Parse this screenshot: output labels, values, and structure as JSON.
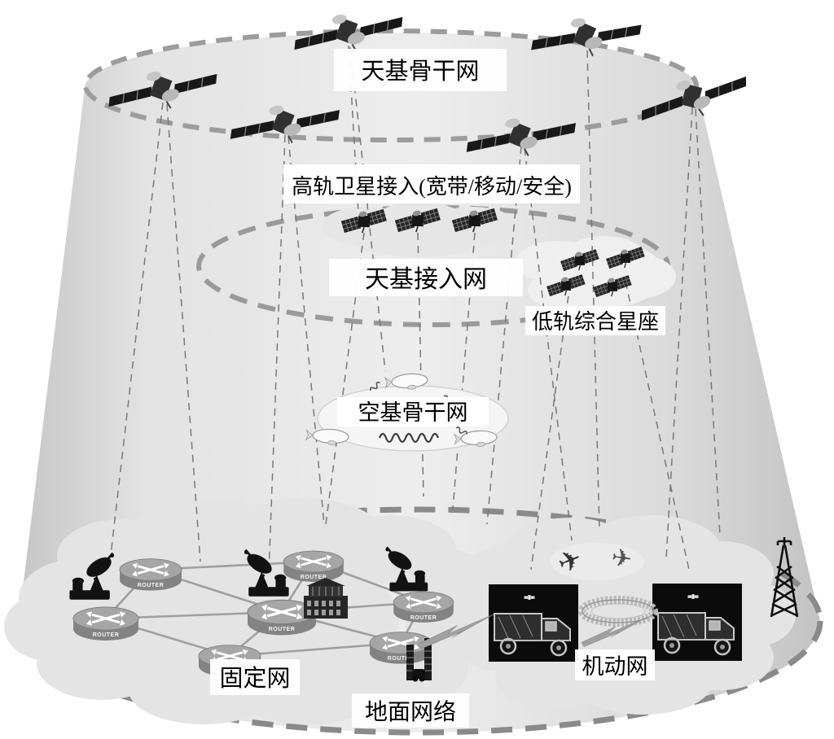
{
  "diagram": {
    "type": "space-ground-integrated-network-architecture",
    "labels": {
      "space_backbone": "天基骨干网",
      "geo_access": "高轨卫星接入(宽带/移动/安全)",
      "space_access": "天基接入网",
      "leo_constellation": "低轨综合星座",
      "air_backbone": "空基骨干网",
      "fixed_net": "固定网",
      "mobile_net": "机动网",
      "ground_net": "地面网络"
    },
    "device_labels": {
      "router": "ROUTER"
    },
    "icons": {
      "plane_glyph": "✈"
    },
    "counts": {
      "backbone_satellites": 6,
      "geo_access_satellites": 3,
      "leo_satellites": 4,
      "routers": 7,
      "ground_stations": 3,
      "airships": 3,
      "comm_trucks": 2,
      "aircraft": 2,
      "ring_antennas": 1,
      "towers": 1
    },
    "colors": {
      "background": "#ffffff",
      "cone_light": "#ececec",
      "cone_dark": "#c9c9c9",
      "layer_ellipse_fill": "#e9e9e9",
      "dashed_border": "#8f8f8f",
      "cloud_fill": "#e4e4e4",
      "connection_dash": "#787878",
      "mesh_link": "#9f9f9f",
      "dark_icon": "#141414",
      "router_body": "#8c8c8c",
      "label_text": "#000000"
    }
  }
}
